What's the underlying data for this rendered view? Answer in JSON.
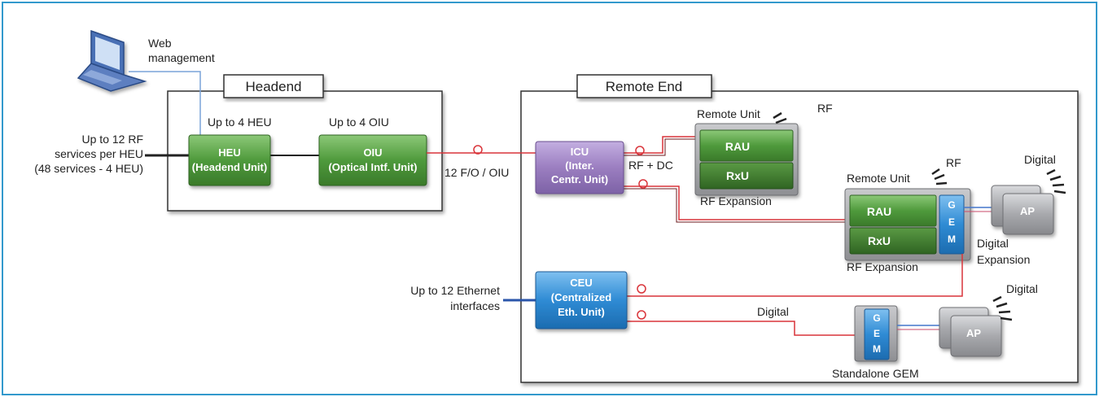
{
  "headend": {
    "title": "Headend",
    "heu_caption": "Up to 4 HEU",
    "oiu_caption": "Up to 4 OIU",
    "heu_line1": "HEU",
    "heu_line2": "(Headend Unit)",
    "oiu_line1": "OIU",
    "oiu_line2": "(Optical Intf. Unit)"
  },
  "web": {
    "line1": "Web",
    "line2": "management"
  },
  "rf_services": {
    "line1": "Up to 12 RF",
    "line2": "services per HEU",
    "line3": "(48 services - 4 HEU)"
  },
  "fiber_label": "12 F/O / OIU",
  "remote": {
    "title": "Remote End",
    "icu_line1": "ICU",
    "icu_line2": "(Inter.",
    "icu_line3": "Centr. Unit)",
    "rf_dc": "RF + DC",
    "remote_unit_1": "Remote Unit",
    "rf_1": "RF",
    "rau_1": "RAU",
    "rxu_1": "RxU",
    "rf_expansion_1": "RF Expansion",
    "remote_unit_2": "Remote Unit",
    "rf_2": "RF",
    "rau_2": "RAU",
    "rxu_2": "RxU",
    "rf_expansion_2": "RF Expansion",
    "gem_letters": [
      "G",
      "E",
      "M"
    ],
    "ap_1": "AP",
    "digital_1": "Digital",
    "digital_expansion_line1": "Digital",
    "digital_expansion_line2": "Expansion",
    "ceu_line1": "CEU",
    "ceu_line2": "(Centralized",
    "ceu_line3": "Eth. Unit)",
    "digital_link": "Digital",
    "ap_2": "AP",
    "digital_2": "Digital",
    "standalone_gem": "Standalone GEM"
  },
  "ethernet": {
    "line1": "Up to 12 Ethernet",
    "line2": "interfaces"
  },
  "colors": {
    "green_unit": "#4f9a3c",
    "dark_green_unit": "#3a7a2a",
    "purple_unit": "#9b7ec0",
    "blue_unit": "#2f8bd4",
    "gray_unit": "#a8a9ad",
    "red_link": "#d9343a",
    "blue_link": "#4477cc",
    "frame_border": "#3399cc"
  }
}
